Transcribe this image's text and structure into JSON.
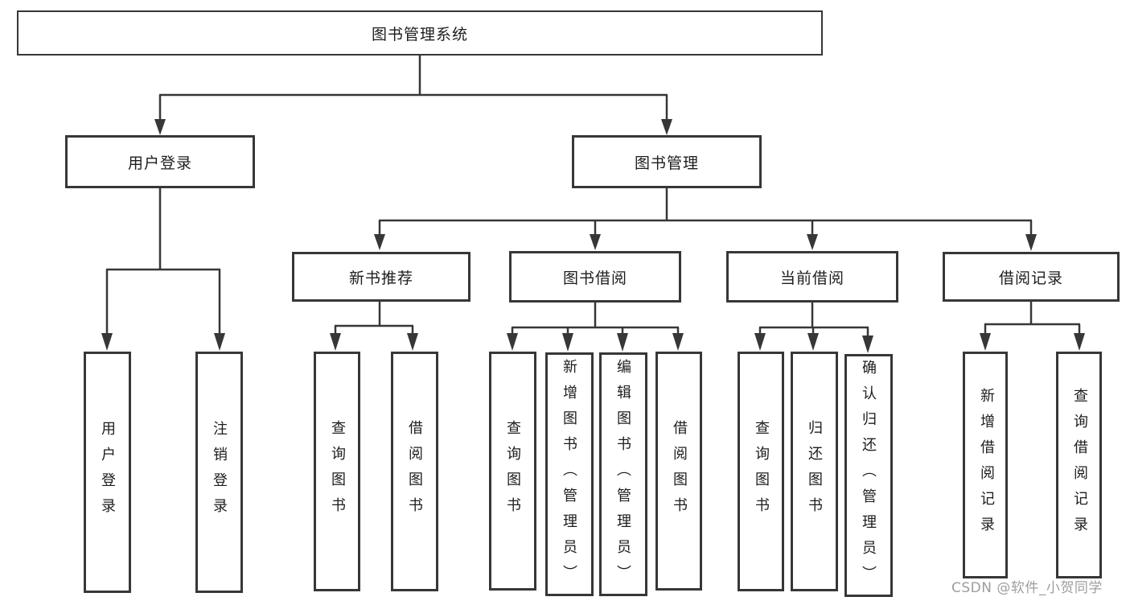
{
  "diagram": {
    "root": {
      "label": "图书管理系统"
    },
    "branches": [
      {
        "label": "用户登录",
        "children": [
          {
            "label": "用户登录"
          },
          {
            "label": "注销登录"
          }
        ]
      },
      {
        "label": "图书管理",
        "children": [
          {
            "label": "新书推荐",
            "children": [
              {
                "label": "查询图书"
              },
              {
                "label": "借阅图书"
              }
            ]
          },
          {
            "label": "图书借阅",
            "children": [
              {
                "label": "查询图书"
              },
              {
                "label": "新增图书（管理员）"
              },
              {
                "label": "编辑图书（管理员）"
              },
              {
                "label": "借阅图书"
              }
            ]
          },
          {
            "label": "当前借阅",
            "children": [
              {
                "label": "查询图书"
              },
              {
                "label": "归还图书"
              },
              {
                "label": "确认归还（管理员）"
              }
            ]
          },
          {
            "label": "借阅记录",
            "children": [
              {
                "label": "新增借阅记录"
              },
              {
                "label": "查询借阅记录"
              }
            ]
          }
        ]
      }
    ]
  },
  "watermark": {
    "text": "CSDN @软件_小贺同学"
  },
  "colors": {
    "line": "#373737",
    "text": "#1d1d1d",
    "watermark": "#9e9e9e",
    "background": "#ffffff"
  }
}
